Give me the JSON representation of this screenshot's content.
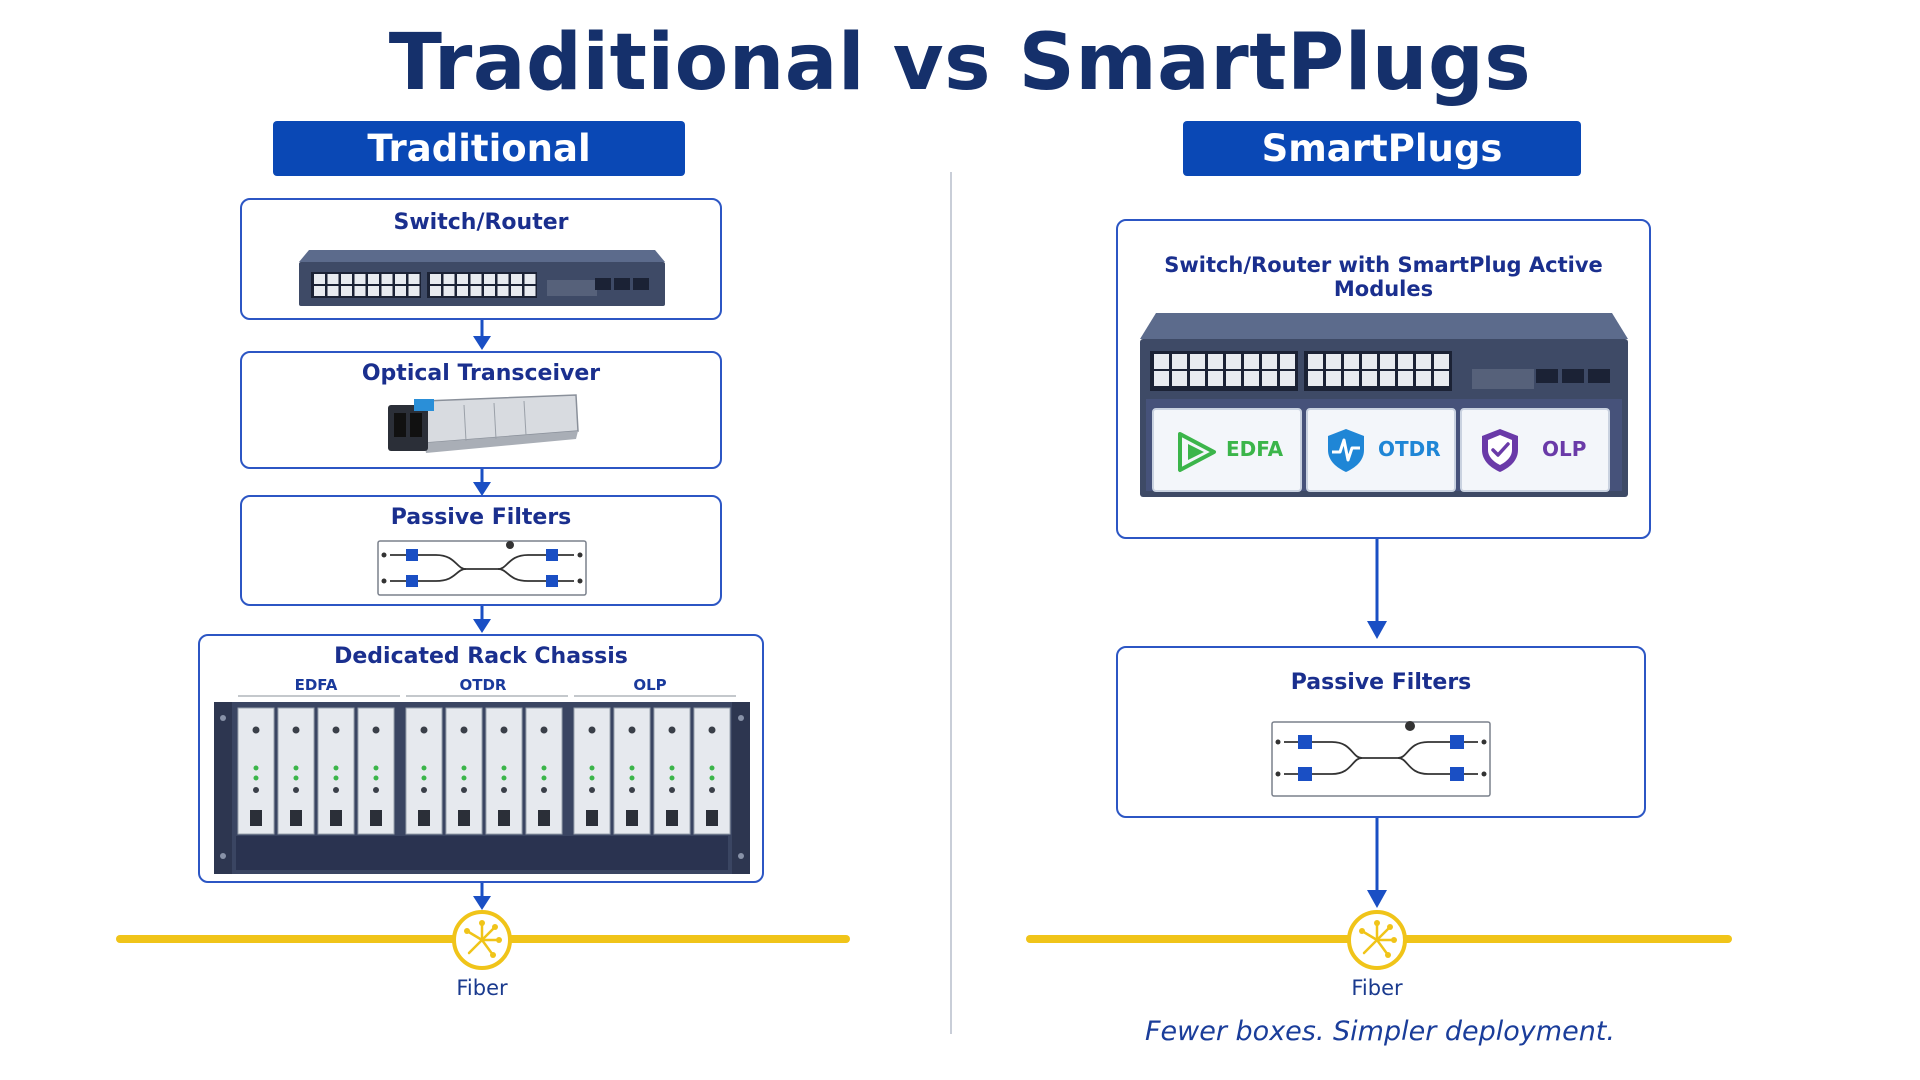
{
  "title": "Traditional vs SmartPlugs",
  "traditional": {
    "header": "Traditional",
    "switch_label": "Switch/Router",
    "transceiver_label": "Optical Transceiver",
    "filters_label": "Passive Filters",
    "chassis_label": "Dedicated Rack Chassis",
    "chassis_sections": [
      "EDFA",
      "OTDR",
      "OLP"
    ],
    "fiber_label": "Fiber"
  },
  "smartplugs": {
    "header": "SmartPlugs",
    "switch_label": "Switch/Router with SmartPlug Active Modules",
    "modules": [
      "EDFA",
      "OTDR",
      "OLP"
    ],
    "filters_label": "Passive Filters",
    "fiber_label": "Fiber",
    "tagline": "Fewer boxes. Simpler deployment."
  },
  "colors": {
    "header_bg": "#0a48b5",
    "border": "#2c56c4",
    "fiber": "#f0c419",
    "edfa": "#3bb54a",
    "otdr": "#1f86d6",
    "olp": "#6a3aa8"
  }
}
